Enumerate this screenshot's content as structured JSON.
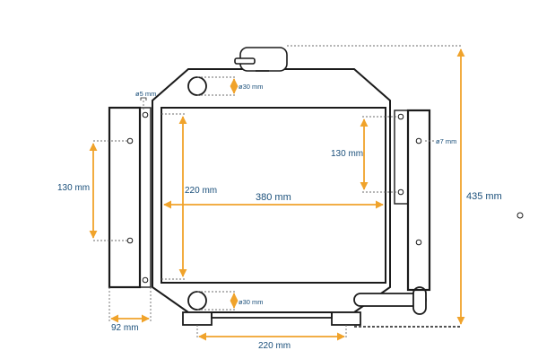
{
  "diagram": {
    "colors": {
      "outline": "#1b1b1b",
      "dimension_orange": "#f0a32b",
      "label_blue": "#1a4f7a",
      "dashed_grey": "#6b6b6b",
      "background": "#ffffff"
    },
    "labels": {
      "width_main": "380 mm",
      "height_total": "435 mm",
      "core_height": "220 mm",
      "left_hole_spacing": "130 mm",
      "right_hole_spacing": "130 mm",
      "bottom_mount_spacing": "220 mm",
      "left_bracket_width": "92 mm",
      "top_port_diameter": "ø30 mm",
      "bottom_port_diameter": "ø30 mm",
      "left_hole_diameter": "ø5 mm",
      "right_hole_diameter": "ø7 mm"
    }
  }
}
